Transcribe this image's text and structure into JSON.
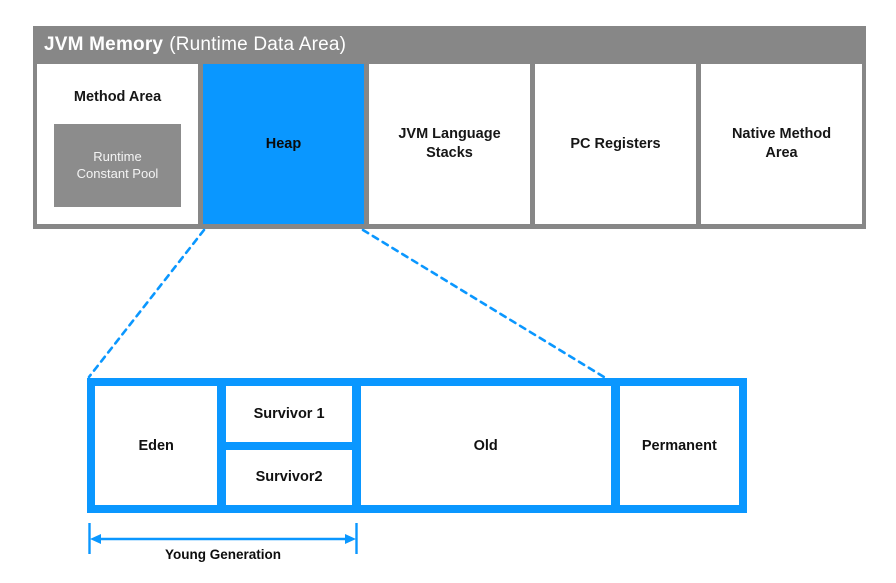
{
  "header": {
    "title": "JVM Memory",
    "subtitle": "(Runtime Data Area)"
  },
  "jvm_memory": {
    "method_area": {
      "label": "Method Area",
      "runtime_constant_pool": "Runtime\nConstant Pool"
    },
    "heap": {
      "label": "Heap"
    },
    "jvm_language_stacks": {
      "label": "JVM Language Stacks"
    },
    "pc_registers": {
      "label": "PC Registers"
    },
    "native_method_area": {
      "label": "Native Method Area"
    }
  },
  "heap_detail": {
    "eden": {
      "label": "Eden"
    },
    "survivor1": {
      "label": "Survivor 1"
    },
    "survivor2": {
      "label": "Survivor2"
    },
    "old": {
      "label": "Old"
    },
    "permanent": {
      "label": "Permanent"
    },
    "young_generation_label": "Young Generation"
  },
  "colors": {
    "accent_blue": "#0A97FF",
    "container_gray": "#878787",
    "pool_gray": "#8C8C8C"
  }
}
